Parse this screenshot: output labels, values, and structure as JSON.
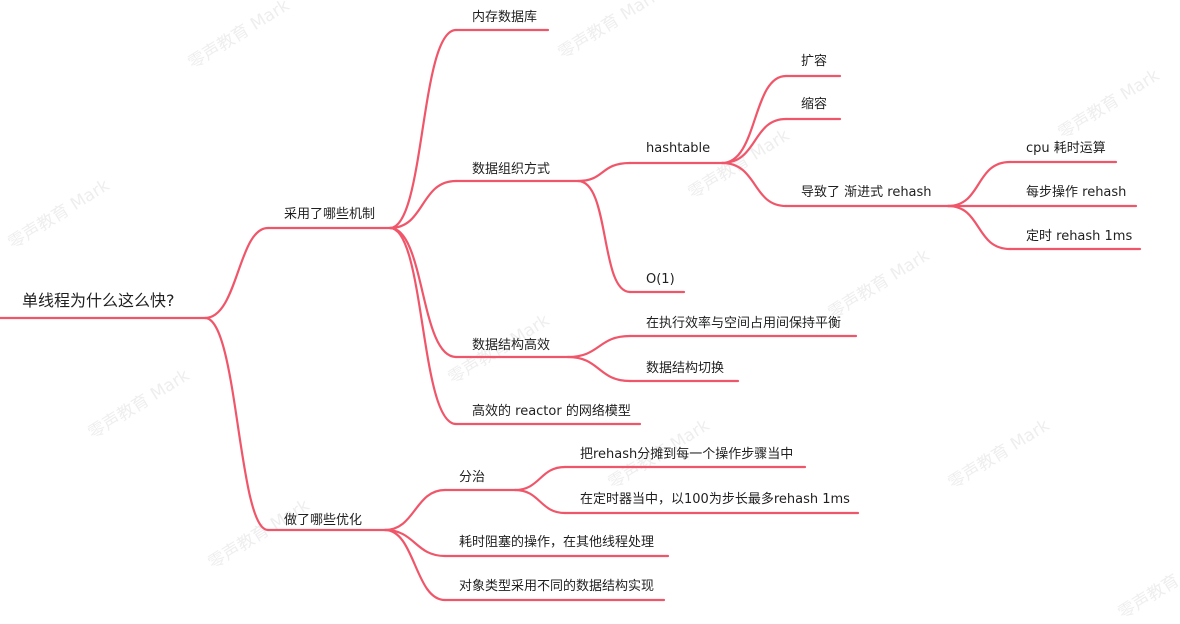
{
  "root": {
    "label": "单线程为什么这么快?"
  },
  "branches": {
    "mechanisms": {
      "label": "采用了哪些机制",
      "in_memory": "内存数据库",
      "organization": {
        "label": "数据组织方式",
        "hashtable": {
          "label": "hashtable",
          "expand": "扩容",
          "shrink": "缩容",
          "rehash": {
            "label": "导致了 渐进式 rehash",
            "cpu": "cpu 耗时运算",
            "per_step": "每步操作 rehash",
            "timed": "定时 rehash 1ms"
          }
        },
        "o1": "O(1)"
      },
      "structures": {
        "label": "数据结构高效",
        "balance": "在执行效率与空间占用间保持平衡",
        "switch": "数据结构切换"
      },
      "reactor": "高效的 reactor 的网络模型"
    },
    "optimizations": {
      "label": "做了哪些优化",
      "divide": {
        "label": "分治",
        "spread": "把rehash分摊到每一个操作步骤当中",
        "timer": "在定时器当中，以100为步长最多rehash 1ms"
      },
      "blocking": "耗时阻塞的操作，在其他线程处理",
      "object_types": "对象类型采用不同的数据结构实现"
    }
  },
  "watermark": "零声教育 Mark",
  "colors": {
    "line": "#f0566a",
    "text": "#1f1f1f",
    "background": "#ffffff"
  }
}
